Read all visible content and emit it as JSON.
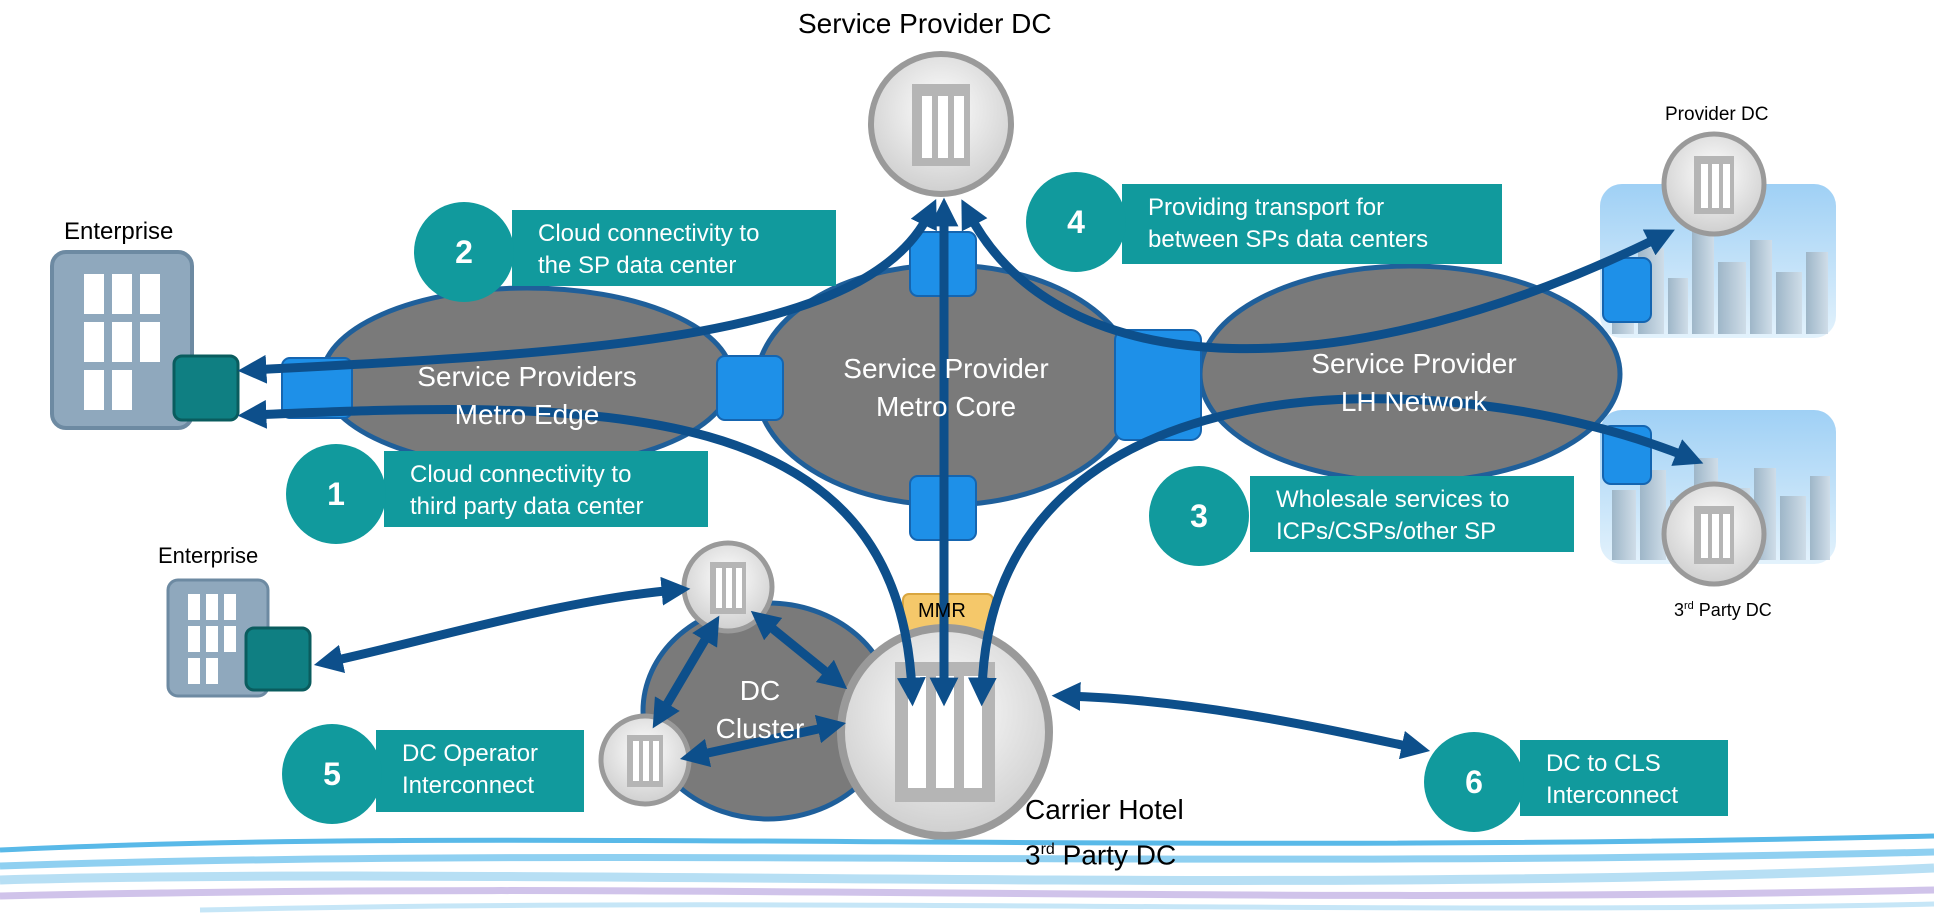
{
  "labels": {
    "sp_dc": "Service Provider DC",
    "enterprise_top": "Enterprise",
    "enterprise_bottom": "Enterprise",
    "provider_dc": "Provider DC",
    "third_party_dc_main": "3",
    "third_party_dc_sup": "rd",
    "third_party_dc_rest": " Party DC",
    "carrier_hotel_line1": "Carrier Hotel",
    "carrier_hotel_num": "3",
    "carrier_hotel_sup": "rd",
    "carrier_hotel_rest": " Party DC",
    "mmr": "MMR"
  },
  "clouds": {
    "metro_edge": [
      "Service Providers",
      "Metro Edge"
    ],
    "metro_core": [
      "Service Provider",
      "Metro Core"
    ],
    "lh_network": [
      "Service Provider",
      "LH Network"
    ],
    "dc_cluster": [
      "DC",
      "Cluster"
    ]
  },
  "callouts": [
    {
      "number": "1",
      "text": "Cloud connectivity to\nthird party data center"
    },
    {
      "number": "2",
      "text": "Cloud connectivity to\nthe SP data center"
    },
    {
      "number": "3",
      "text": "Wholesale services to\nICPs/CSPs/other SP"
    },
    {
      "number": "4",
      "text": "Providing transport for\nbetween SPs data centers"
    },
    {
      "number": "5",
      "text": "DC Operator\nInterconnect"
    },
    {
      "number": "6",
      "text": "DC to CLS\nInterconnect"
    }
  ],
  "colors": {
    "teal": "#119a9d",
    "cloud_gray": "#7a7a7a",
    "cloud_border": "#1f5f9a",
    "arrow_blue": "#0d4f8b",
    "node_blue": "#1e90e8",
    "mmr_yellow": "#f5c86a"
  }
}
